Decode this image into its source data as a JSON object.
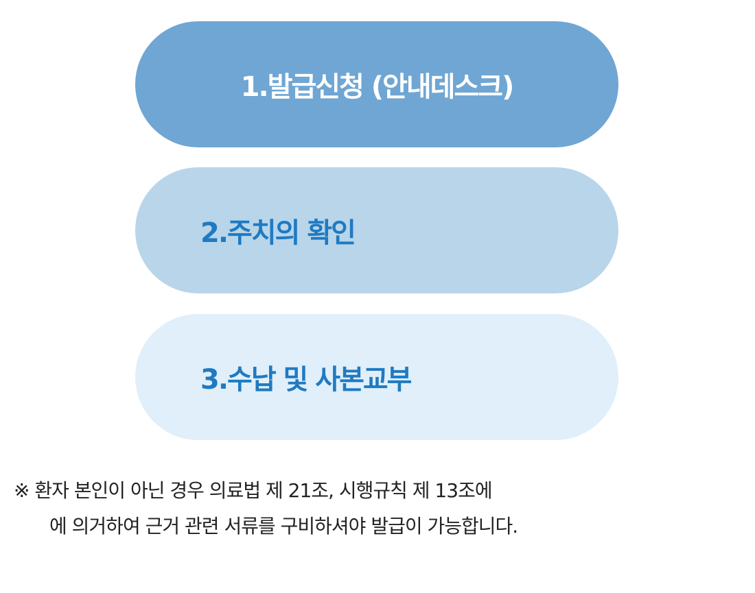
{
  "steps": [
    {
      "label": "1.발급신청 (안내데스크)",
      "background": "#6fa6d3",
      "text_color": "#ffffff"
    },
    {
      "label": "2.주치의 확인",
      "background": "#b8d5ea",
      "text_color": "#1f7ac2"
    },
    {
      "label": "3.수납 및 사본교부",
      "background": "#e0eff9",
      "text_color": "#1f7ac2"
    }
  ],
  "notice": {
    "line1": "※ 환자 본인이 아닌 경우 의료법 제 21조, 시행규칙 제 13조에",
    "line2": "에 의거하여 근거 관련 서류를 구비하셔야 발급이 가능합니다."
  }
}
